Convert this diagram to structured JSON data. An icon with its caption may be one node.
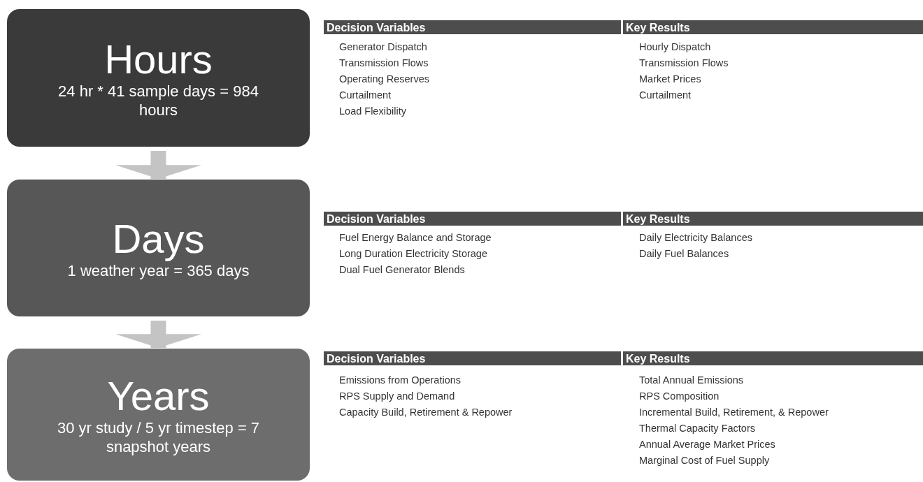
{
  "diagram": {
    "nodes": [
      {
        "text": [
          "Hours",
          "24 hr * 41 sample days = 984 hours"
        ]
      },
      {
        "text": [
          "Days",
          "1 weather year = 365 days"
        ]
      },
      {
        "text": [
          "Years",
          "30 yr study / 5 yr timestep = 7 snapshot years"
        ]
      },
      {
        "text": [
          "Decision Variables"
        ]
      },
      {
        "text": [
          "Key Results"
        ]
      },
      {
        "text": [
          "Decision Variables"
        ]
      },
      {
        "text": [
          "Key Results"
        ]
      },
      {
        "text": [
          "Decision Variables"
        ]
      },
      {
        "text": [
          "Key Results"
        ]
      }
    ],
    "edges": [
      {
        "from": 0,
        "to": 1,
        "arrow": "to"
      },
      {
        "from": 1,
        "to": 2,
        "arrow": "to"
      }
    ],
    "labels": [
      "Generator Dispatch",
      "Transmission Flows",
      "Operating Reserves",
      "Curtailment",
      "Load Flexibility",
      "Hourly Dispatch",
      "Transmission Flows",
      "Market Prices",
      "Curtailment",
      "Fuel Energy Balance and Storage",
      "Long Duration Electricity Storage",
      "Dual Fuel Generator Blends",
      "Daily Electricity Balances",
      "Daily Fuel Balances",
      "Emissions from Operations",
      "RPS Supply and Demand",
      "Capacity Build, Retirement & Repower",
      "Total Annual Emissions",
      "RPS Composition",
      "Incremental Build, Retirement, & Repower",
      "Thermal Capacity Factors",
      "Annual Average Market Prices",
      "Marginal Cost of Fuel Supply"
    ]
  }
}
